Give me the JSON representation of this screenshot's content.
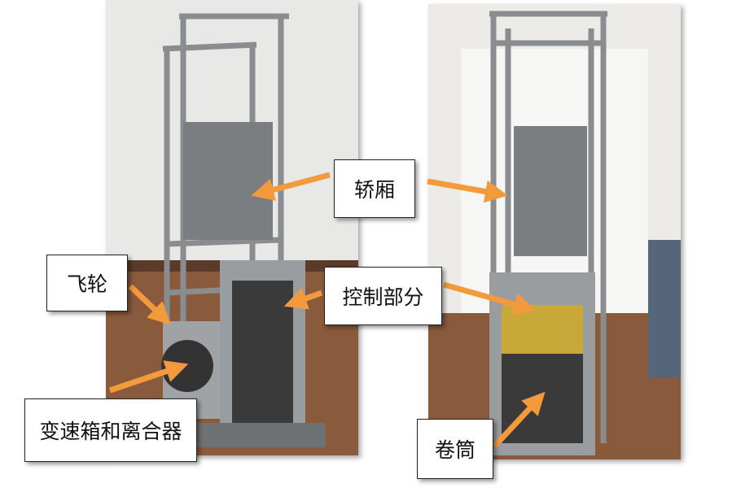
{
  "labels": {
    "car": "轿厢",
    "flywheel": "飞轮",
    "control": "控制部分",
    "gearbox_clutch": "变速箱和离合器",
    "drum": "卷筒"
  },
  "colors": {
    "arrow": "#f39a3c",
    "frame": "#8a8d90",
    "floor": "#8a5a3c",
    "wall": "#e6e6e4"
  }
}
